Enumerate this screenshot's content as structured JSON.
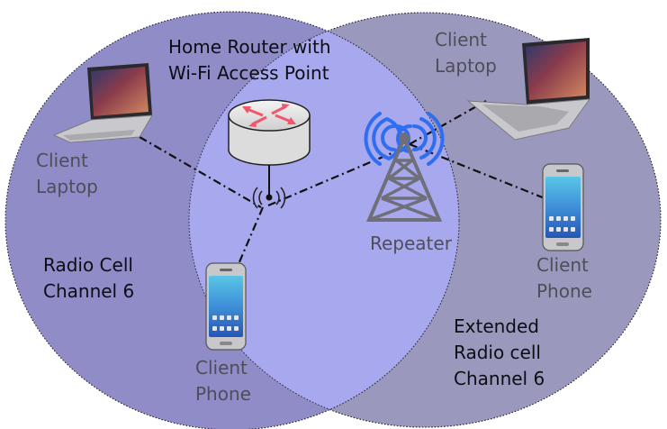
{
  "labels": {
    "router": "Home Router with\nWi-Fi Access Point",
    "laptop_left": "Client\nLaptop",
    "laptop_right": "Client\nLaptop",
    "phone_left": "Client\nPhone",
    "phone_right": "Client\nPhone",
    "repeater": "Repeater",
    "cell_left": "Radio Cell\nChannel 6",
    "cell_right": "Extended\nRadio cell\nChannel 6"
  },
  "colors": {
    "cell_left_fill": "#8f8cc7",
    "cell_right_fill": "#9a99bd",
    "overlap_fill": "#a8a8ee",
    "router_arrows": "#f0566c",
    "signal_waves": "#2f6ef0",
    "tower": "#6f6f7a",
    "links": "#111111"
  },
  "icons": {
    "router": "router-icon",
    "tower": "radio-tower-icon",
    "laptop": "laptop-icon",
    "phone": "smartphone-icon",
    "wifi": "wifi-signal-icon"
  }
}
